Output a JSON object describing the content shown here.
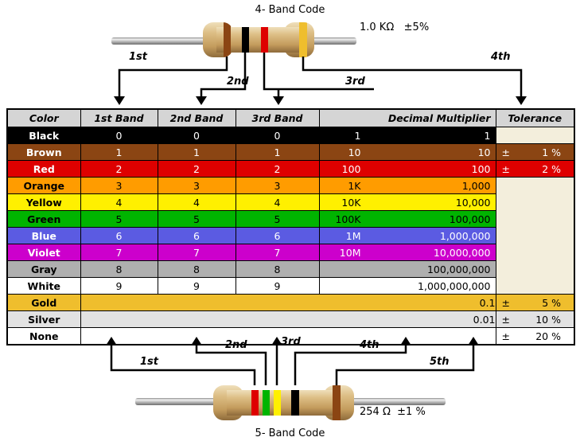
{
  "diagram": {
    "four_band": {
      "title": "4- Band Code",
      "value": "1.0 KΩ   ±5%",
      "labels": [
        "1st",
        "2nd",
        "3rd",
        "4th"
      ],
      "bands": [
        "brown",
        "black",
        "red",
        "gold"
      ]
    },
    "five_band": {
      "title": "5- Band Code",
      "value": "254 Ω  ±1 %",
      "labels": [
        "1st",
        "2nd",
        "3rd",
        "4th",
        "5th"
      ],
      "bands": [
        "red",
        "green",
        "yellow",
        "black",
        "brown"
      ]
    }
  },
  "colors": {
    "black": "#000000",
    "brown": "#8B4513",
    "red": "#DE0000",
    "orange": "#FF9C00",
    "yellow": "#FFF000",
    "green": "#00B400",
    "blue": "#5B5BE2",
    "violet": "#CC00CC",
    "gray": "#AFAFAF",
    "white": "#FFFFFF",
    "gold": "#EFBE2D",
    "silver": "#E2E2E2",
    "cream": "#F3EEDC",
    "header_gray": "#D5D5D5"
  },
  "table": {
    "headers": [
      "Color",
      "1st Band",
      "2nd Band",
      "3rd Band",
      "Decimal Multiplier",
      "Tolerance"
    ],
    "rows": [
      {
        "color": "Black",
        "band1": "0",
        "band2": "0",
        "band3": "0",
        "mult_short": "1",
        "mult_full": "1",
        "tol_sign": "",
        "tol_value": "",
        "bg": "#000000",
        "fg": "#FFFFFF",
        "tol_bg": "#F3EEDC",
        "tol_fg": "#000000"
      },
      {
        "color": "Brown",
        "band1": "1",
        "band2": "1",
        "band3": "1",
        "mult_short": "10",
        "mult_full": "10",
        "tol_sign": "±",
        "tol_value": "1 %",
        "bg": "#8B4513",
        "fg": "#FFFFFF",
        "tol_bg": "#8B4513",
        "tol_fg": "#FFFFFF"
      },
      {
        "color": "Red",
        "band1": "2",
        "band2": "2",
        "band3": "2",
        "mult_short": "100",
        "mult_full": "100",
        "tol_sign": "±",
        "tol_value": "2 %",
        "bg": "#DE0000",
        "fg": "#FFFFFF",
        "tol_bg": "#DE0000",
        "tol_fg": "#FFFFFF"
      },
      {
        "color": "Orange",
        "band1": "3",
        "band2": "3",
        "band3": "3",
        "mult_short": "1K",
        "mult_full": "1,000",
        "bg": "#FF9C00",
        "fg": "#000000"
      },
      {
        "color": "Yellow",
        "band1": "4",
        "band2": "4",
        "band3": "4",
        "mult_short": "10K",
        "mult_full": "10,000",
        "bg": "#FFF000",
        "fg": "#000000"
      },
      {
        "color": "Green",
        "band1": "5",
        "band2": "5",
        "band3": "5",
        "mult_short": "100K",
        "mult_full": "100,000",
        "bg": "#00B400",
        "fg": "#000000"
      },
      {
        "color": "Blue",
        "band1": "6",
        "band2": "6",
        "band3": "6",
        "mult_short": "1M",
        "mult_full": "1,000,000",
        "bg": "#5B5BE2",
        "fg": "#FFFFFF"
      },
      {
        "color": "Violet",
        "band1": "7",
        "band2": "7",
        "band3": "7",
        "mult_short": "10M",
        "mult_full": "10,000,000",
        "bg": "#CC00CC",
        "fg": "#FFFFFF"
      },
      {
        "color": "Gray",
        "band1": "8",
        "band2": "8",
        "band3": "8",
        "mult_short": "",
        "mult_full": "100,000,000",
        "bg": "#AFAFAF",
        "fg": "#000000"
      },
      {
        "color": "White",
        "band1": "9",
        "band2": "9",
        "band3": "9",
        "mult_short": "",
        "mult_full": "1,000,000,000",
        "bg": "#FFFFFF",
        "fg": "#000000"
      },
      {
        "color": "Gold",
        "mult_full": "0.1",
        "tol_sign": "±",
        "tol_value": "5 %",
        "bg": "#EFBE2D",
        "fg": "#000000",
        "tol_bg": "#EFBE2D",
        "tol_fg": "#000000"
      },
      {
        "color": "Silver",
        "mult_full": "0.01",
        "tol_sign": "±",
        "tol_value": "10 %",
        "bg": "#E2E2E2",
        "fg": "#000000",
        "tol_bg": "#E2E2E2",
        "tol_fg": "#000000"
      },
      {
        "color": "None",
        "mult_full": "",
        "tol_sign": "±",
        "tol_value": "20 %",
        "bg": "#FFFFFF",
        "fg": "#000000",
        "tol_bg": "#FFFFFF",
        "tol_fg": "#000000"
      }
    ]
  }
}
